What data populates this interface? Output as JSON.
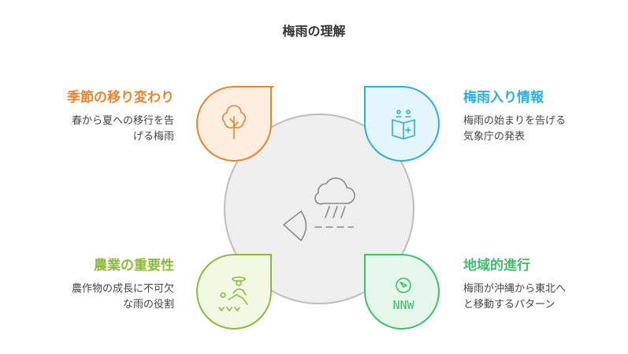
{
  "title": "梅雨の理解",
  "items": [
    {
      "heading": "季節の移り変わり",
      "desc_line1": "春から夏への移行を告",
      "desc_line2": "げる梅雨",
      "icon": "tree-icon",
      "color": "#E2862F",
      "fill": "#FDEEDF"
    },
    {
      "heading": "梅雨入り情報",
      "desc_line1": "梅雨の始まりを告げる",
      "desc_line2": "気象庁の発表",
      "icon": "open-book-icon",
      "color": "#2FAEDB",
      "fill": "#E4F5FB"
    },
    {
      "heading": "農業の重要性",
      "desc_line1": "農作物の成長に不可欠",
      "desc_line2": "な雨の役割",
      "icon": "farmer-icon",
      "color": "#8DBA3E",
      "fill": "#F1F8E3"
    },
    {
      "heading": "地域的進行",
      "desc_line1": "梅雨が沖縄から東北へ",
      "desc_line2": "と移動するパターン",
      "icon": "compass-icon",
      "color": "#3FBE6E",
      "fill": "#E4F7EA",
      "compass_label": "NNW"
    }
  ],
  "center_icon": "rain-cloud-icon",
  "center_fill": "#EFEFEF",
  "center_stroke": "#BDBDBD"
}
